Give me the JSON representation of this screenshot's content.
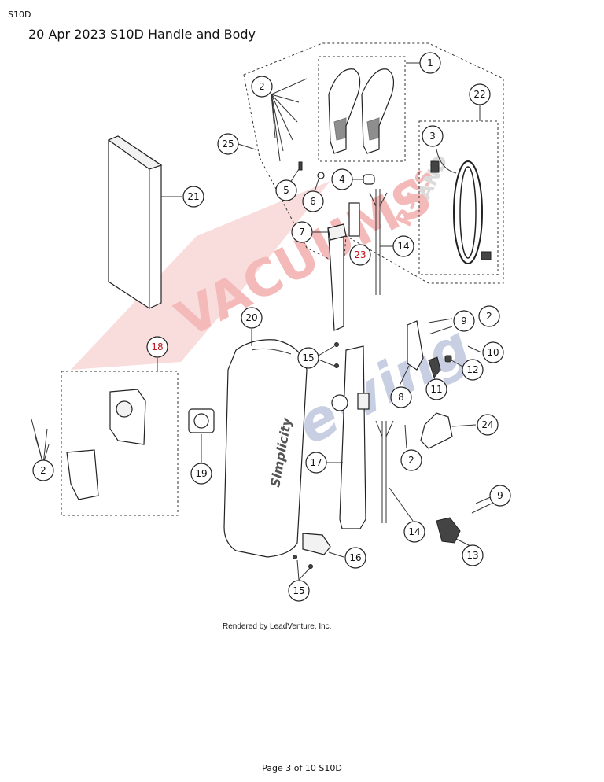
{
  "header": {
    "model_code": "S10D",
    "title": "20 Apr 2023 S10D Handle and Body"
  },
  "diagram": {
    "callouts": [
      {
        "id": "c1",
        "label": "1"
      },
      {
        "id": "c2a",
        "label": "2"
      },
      {
        "id": "c22",
        "label": "22"
      },
      {
        "id": "c25",
        "label": "25"
      },
      {
        "id": "c3",
        "label": "3"
      },
      {
        "id": "c21",
        "label": "21"
      },
      {
        "id": "c4",
        "label": "4"
      },
      {
        "id": "c5",
        "label": "5"
      },
      {
        "id": "c6",
        "label": "6"
      },
      {
        "id": "c7",
        "label": "7"
      },
      {
        "id": "c23",
        "label": "23"
      },
      {
        "id": "c14a",
        "label": "14"
      },
      {
        "id": "c20",
        "label": "20"
      },
      {
        "id": "c9a",
        "label": "9"
      },
      {
        "id": "c2b",
        "label": "2"
      },
      {
        "id": "c10",
        "label": "10"
      },
      {
        "id": "c18",
        "label": "18"
      },
      {
        "id": "c15a",
        "label": "15"
      },
      {
        "id": "c12",
        "label": "12"
      },
      {
        "id": "c8",
        "label": "8"
      },
      {
        "id": "c11",
        "label": "11"
      },
      {
        "id": "c24",
        "label": "24"
      },
      {
        "id": "c2c",
        "label": "2"
      },
      {
        "id": "c2d",
        "label": "2"
      },
      {
        "id": "c19",
        "label": "19"
      },
      {
        "id": "c17",
        "label": "17"
      },
      {
        "id": "c9b",
        "label": "9"
      },
      {
        "id": "c14b",
        "label": "14"
      },
      {
        "id": "c13",
        "label": "13"
      },
      {
        "id": "c16",
        "label": "16"
      },
      {
        "id": "c15b",
        "label": "15"
      }
    ],
    "body_brand": "Simplicity",
    "watermark": {
      "line1": "VACUUMS",
      "line2": "Sewing",
      "line3": "R-US",
      "line4": "AND"
    }
  },
  "credit": "Rendered by LeadVenture, Inc.",
  "footer": "Page 3 of 10 S10D"
}
